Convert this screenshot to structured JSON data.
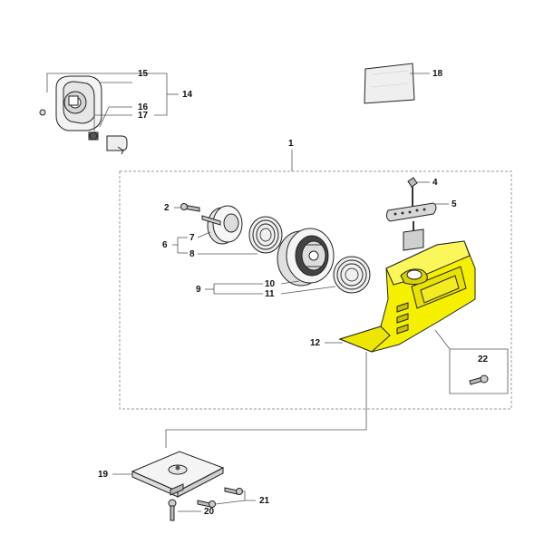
{
  "diagram": {
    "callouts": {
      "c1": "1",
      "c2": "2",
      "c4": "4",
      "c5": "5",
      "c6": "6",
      "c7": "7",
      "c8": "8",
      "c9": "9",
      "c10": "10",
      "c11": "11",
      "c12": "12",
      "c14": "14",
      "c15": "15",
      "c16": "16",
      "c17": "17",
      "c18": "18",
      "c19": "19",
      "c20": "20",
      "c21": "21",
      "c22": "22"
    },
    "colors": {
      "highlight": "#f5f000",
      "outline": "#222222",
      "leader": "#555555",
      "dashed_box": "#999999"
    }
  }
}
